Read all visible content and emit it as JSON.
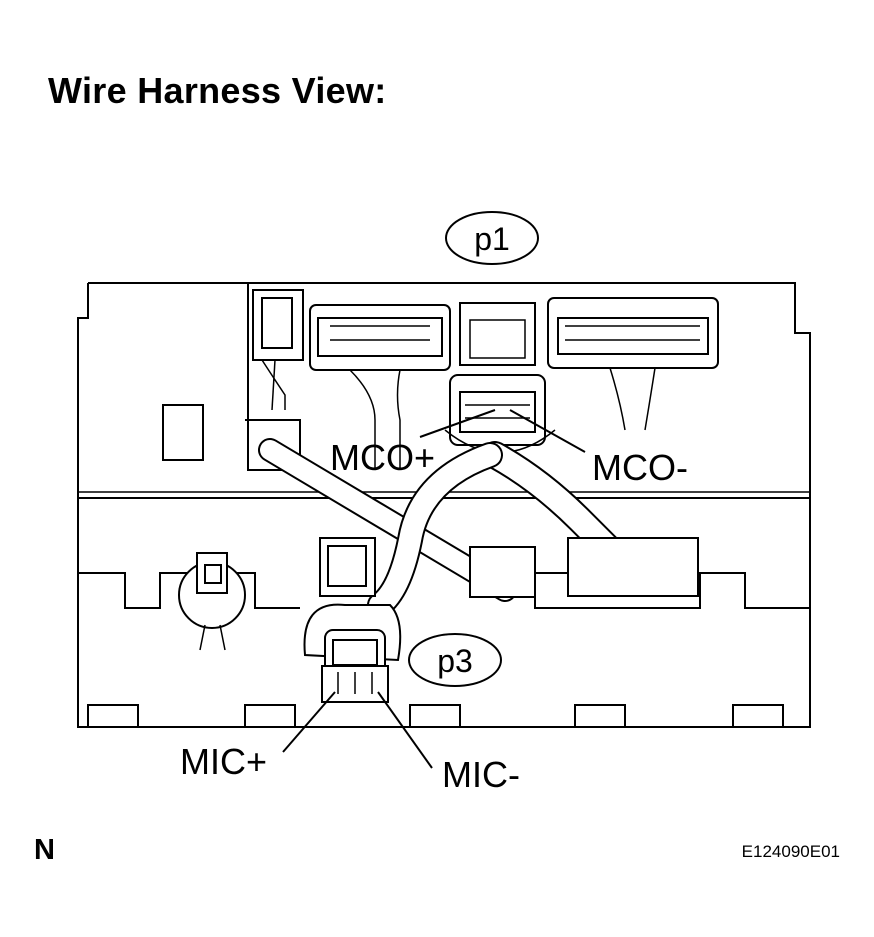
{
  "title": "Wire Harness View:",
  "connectors": {
    "p1": "p1",
    "p3": "p3"
  },
  "terminals": {
    "mco_plus": "MCO+",
    "mco_minus": "MCO-",
    "mic_plus": "MIC+",
    "mic_minus": "MIC-"
  },
  "footer": {
    "left_mark": "N",
    "figure_code": "E124090E01"
  }
}
